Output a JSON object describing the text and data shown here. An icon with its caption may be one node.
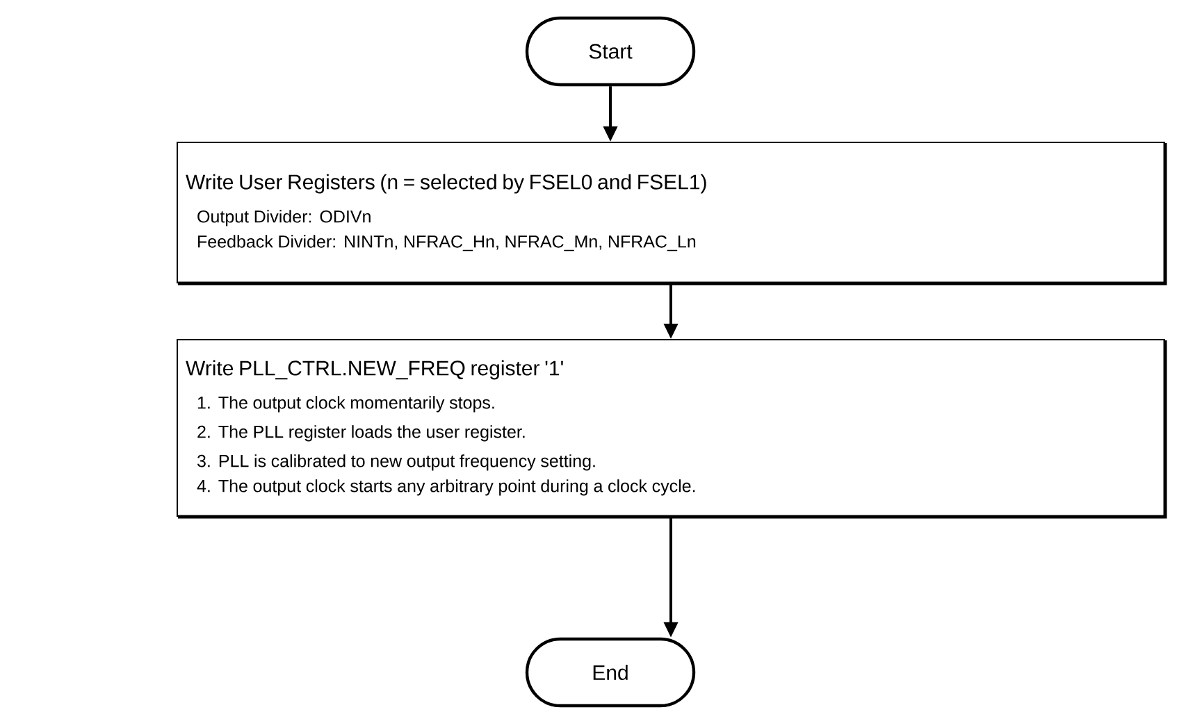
{
  "diagram": {
    "nodes": [
      {
        "text": [
          "Start"
        ]
      },
      {
        "text": [
          "Write User Registers (n = selected by FSEL0 and FSEL1)",
          "Output Divider: ODIVn",
          "Feedback Divider: NINTn, NFRAC_Hn, NFRAC_Mn, NFRAC_Ln"
        ]
      },
      {
        "text": [
          "Write PLL_CTRL.NEW_FREQ register  '1'",
          "1. The output clock momentarily stops.",
          "2. The PLL register loads the user register.",
          "3. PLL is calibrated to new output frequency setting.",
          "4. The output clock starts any arbitrary point during a clock cycle."
        ]
      },
      {
        "text": [
          "End"
        ]
      }
    ],
    "edges": [
      {
        "from": 0,
        "to": 1,
        "arrow": "to"
      },
      {
        "from": 1,
        "to": 2,
        "arrow": "to"
      },
      {
        "from": 2,
        "to": 3,
        "arrow": "to"
      }
    ]
  }
}
